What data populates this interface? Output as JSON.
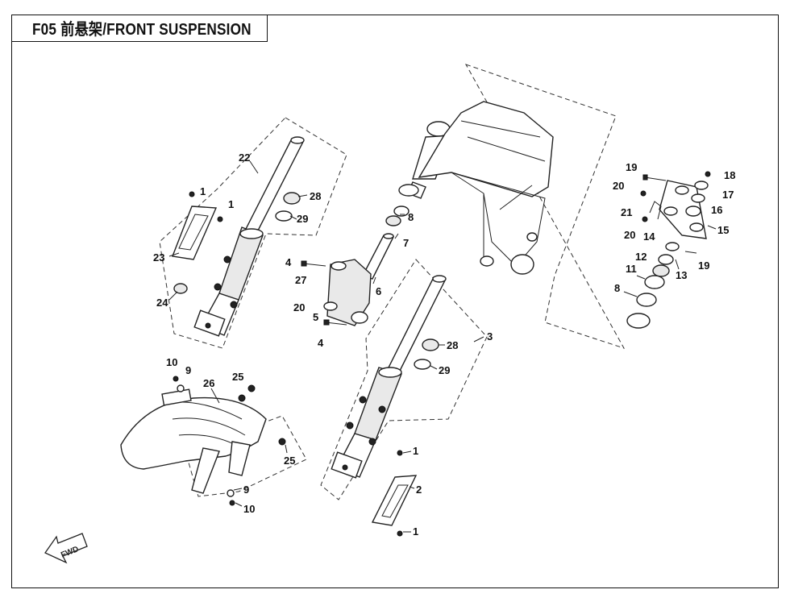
{
  "header": {
    "title": "F05  前悬架/FRONT SUSPENSION"
  },
  "callouts": {
    "c1a": "1",
    "c1b": "1",
    "c22": "22",
    "c28a": "28",
    "c29a": "29",
    "c23": "23",
    "c24": "24",
    "c4a": "4",
    "c27": "27",
    "c20a": "20",
    "c5": "5",
    "c4b": "4",
    "c6": "6",
    "c7": "7",
    "c8a": "8",
    "c3": "3",
    "c28b": "28",
    "c29b": "29",
    "c1c": "1",
    "c2": "2",
    "c1d": "1",
    "c10a": "10",
    "c9a": "9",
    "c26": "26",
    "c25a": "25",
    "c25b": "25",
    "c9b": "9",
    "c10b": "10",
    "c19a": "19",
    "c18": "18",
    "c20b": "20",
    "c17": "17",
    "c16": "16",
    "c21": "21",
    "c20c": "20",
    "c14": "14",
    "c15": "15",
    "c12": "12",
    "c19b": "19",
    "c13": "13",
    "c11": "11",
    "c8b": "8"
  },
  "fwd_label": "FWD"
}
